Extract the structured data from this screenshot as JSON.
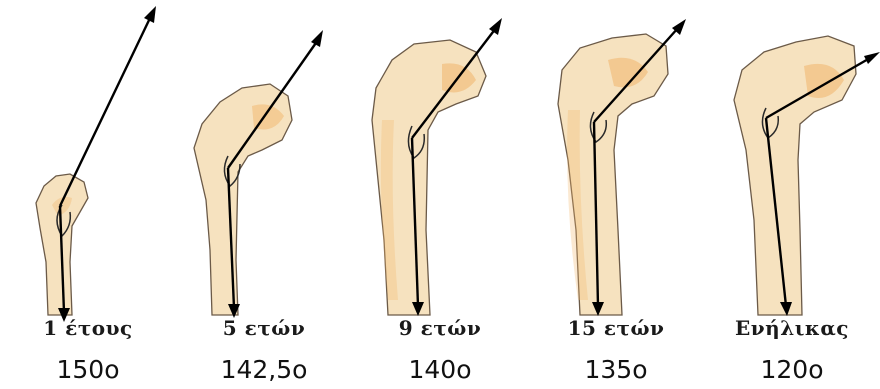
{
  "stages": [
    {
      "age_label": "1 έτους",
      "angle_label": "150ο",
      "angle_deg": 150
    },
    {
      "age_label": "5 ετών",
      "angle_label": "142,5ο",
      "angle_deg": 142.5
    },
    {
      "age_label": "9 ετών",
      "angle_label": "140ο",
      "angle_deg": 140
    },
    {
      "age_label": "15 ετών",
      "angle_label": "135ο",
      "angle_deg": 135
    },
    {
      "age_label": "Ενήλικας",
      "angle_label": "120ο",
      "angle_deg": 120
    }
  ],
  "colors": {
    "bone_fill": "#f6e2bf",
    "bone_stroke": "#6b5a48",
    "marrow_highlight": "#f1b56b",
    "axis_line": "#000000"
  }
}
